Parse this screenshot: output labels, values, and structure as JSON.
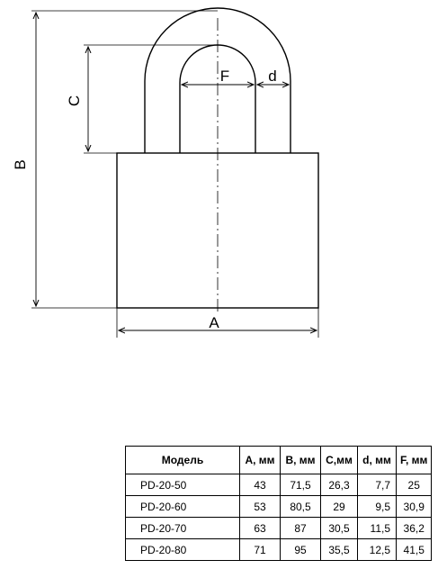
{
  "drawing": {
    "labels": {
      "A": "A",
      "B": "B",
      "C": "C",
      "d": "d",
      "F": "F"
    }
  },
  "table": {
    "headers": [
      "Модель",
      "A, мм",
      "B, мм",
      "C,мм",
      "d, мм",
      "F, мм"
    ],
    "rows": [
      [
        "PD-20-50",
        "43",
        "71,5",
        "26,3",
        "7,7",
        "25"
      ],
      [
        "PD-20-60",
        "53",
        "80,5",
        "29",
        "9,5",
        "30,9"
      ],
      [
        "PD-20-70",
        "63",
        "87",
        "30,5",
        "11,5",
        "36,2"
      ],
      [
        "PD-20-80",
        "71",
        "95",
        "35,5",
        "12,5",
        "41,5"
      ]
    ]
  }
}
